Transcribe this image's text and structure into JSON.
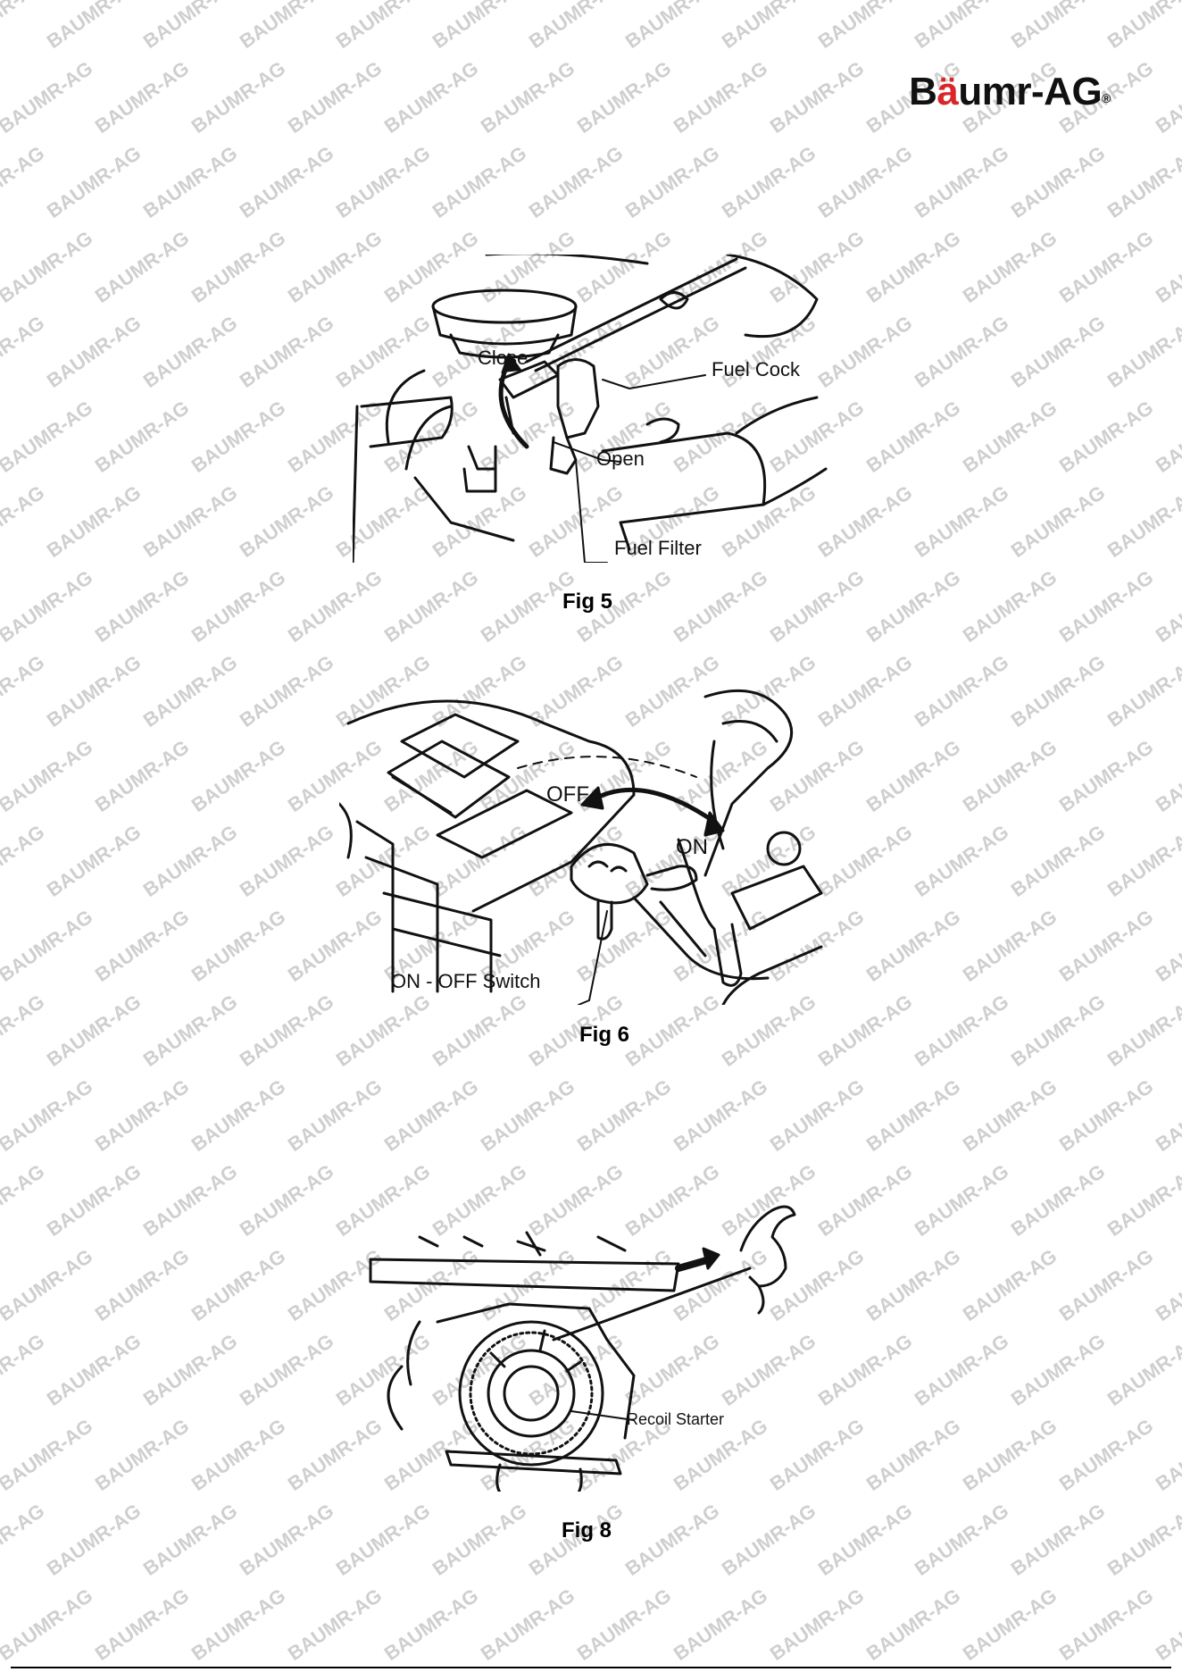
{
  "brand": {
    "logo_prefix": "B",
    "logo_umlaut": "ä",
    "logo_suffix": "umr-AG",
    "registered": "®"
  },
  "watermark": {
    "text": "BAUMR-AG"
  },
  "figures": {
    "fig5": {
      "caption": "Fig 5",
      "labels": {
        "close": "Close",
        "fuel_cock": "Fuel Cock",
        "open": "Open",
        "fuel_filter": "Fuel Filter"
      }
    },
    "fig6": {
      "caption": "Fig 6",
      "labels": {
        "off": "OFF",
        "on": "ON",
        "switch": "ON - OFF Switch"
      }
    },
    "fig8": {
      "caption": "Fig 8",
      "labels": {
        "recoil_starter": "Recoil Starter"
      }
    }
  },
  "colors": {
    "brand_red": "#d9262b",
    "ink": "#111111",
    "watermark": "#c8c8c8"
  }
}
